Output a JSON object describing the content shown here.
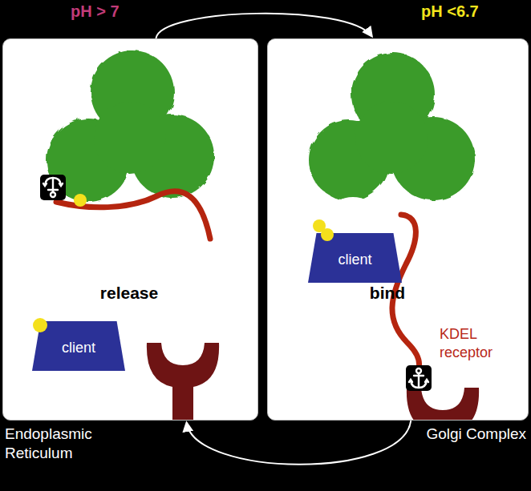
{
  "diagram": {
    "nodes": [
      {
        "text": [
          "release"
        ]
      },
      {
        "text": [
          "client"
        ],
        "in": 0
      },
      {
        "text": [
          "bind"
        ]
      },
      {
        "text": [
          "client"
        ],
        "in": 2
      }
    ],
    "edges": [
      {
        "from": 0,
        "to": 2,
        "arrow": "to"
      },
      {
        "from": 2,
        "to": 0,
        "arrow": "to"
      }
    ],
    "labels": [
      "pH > 7",
      "pH <6.7",
      "KDEL receptor",
      "Endoplasmic Reticulum",
      "Golgi Complex"
    ]
  }
}
